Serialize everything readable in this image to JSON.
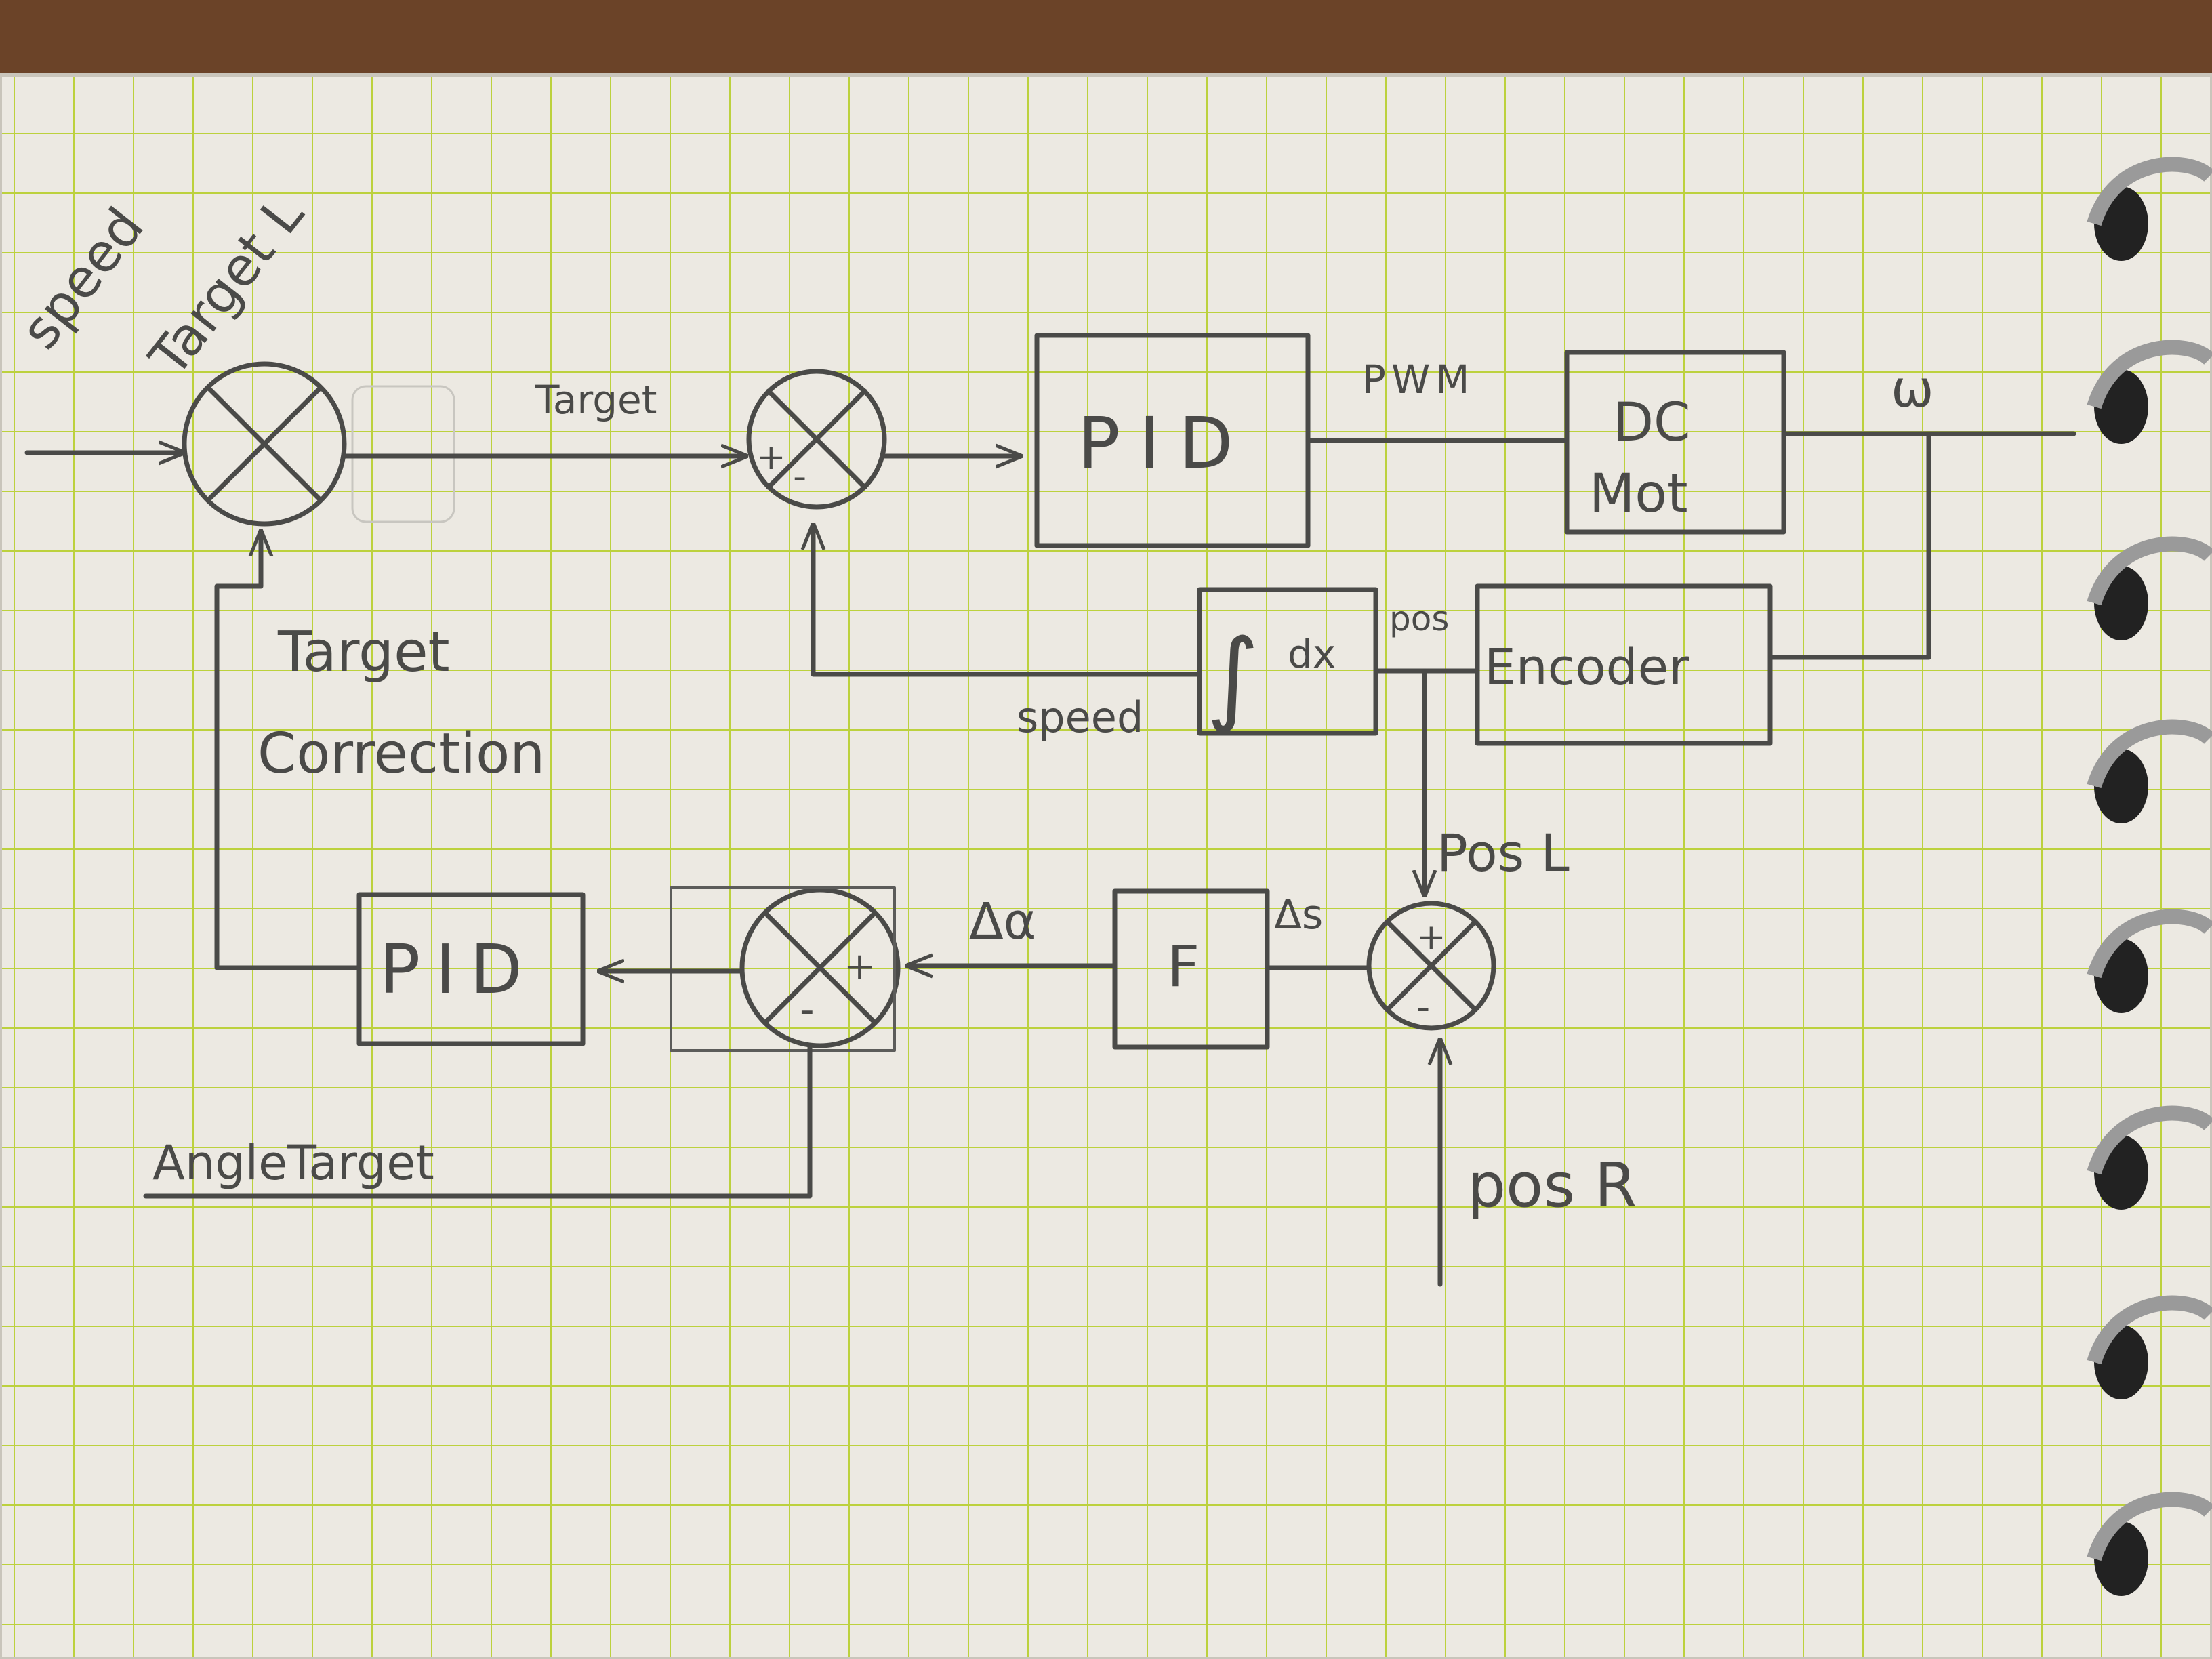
{
  "colors": {
    "table": "#6b4328",
    "paper": "#ece9e2",
    "grid": "#bcd13d",
    "pencil": "#4a4a48",
    "ring": "#9a9a9a"
  },
  "labels": {
    "speed_target_l_1": "speed",
    "speed_target_l_2": "Target L",
    "target": "Target",
    "sum_top_plus": "+",
    "sum_top_minus": "-",
    "pid_top": "PID",
    "pwm": "PWM",
    "dc_mot_1": "DC",
    "dc_mot_2": "Mot",
    "omega": "ω",
    "integral": "∫",
    "dx": "dx",
    "pos": "pos",
    "encoder": "Encoder",
    "speed": "speed",
    "target_correction_1": "Target",
    "target_correction_2": "Correction",
    "pos_l": "Pos L",
    "delta_alpha": "Δα",
    "f_block": "F",
    "delta_s": "Δs",
    "sum_pos_plus": "+",
    "sum_pos_minus": "-",
    "sum_angle_plus": "+",
    "sum_angle_minus": "-",
    "pid_bottom": "PID",
    "angle_target": "AngleTarget",
    "pos_r": "pos R"
  }
}
